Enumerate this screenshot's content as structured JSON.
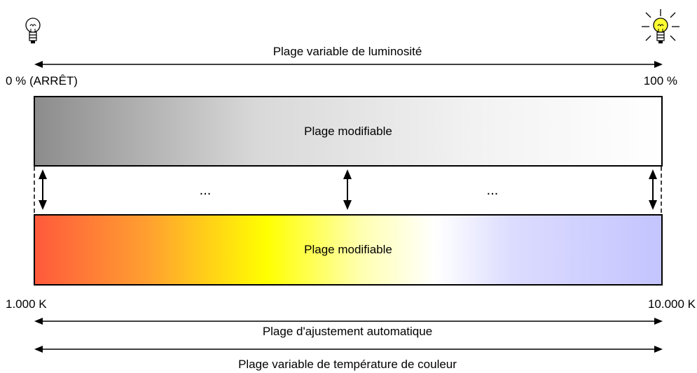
{
  "brightness": {
    "range_label": "Plage variable de luminosité",
    "min_label": "0 % (ARRÊT)",
    "max_label": "100 %",
    "bar_label": "Plage modifiable",
    "min_icon": "light-bulb-off-icon",
    "max_icon": "light-bulb-on-icon"
  },
  "link": {
    "ellipsis_left": "...",
    "ellipsis_right": "..."
  },
  "color_temperature": {
    "bar_label": "Plage modifiable",
    "min_label": "1.000 K",
    "max_label": "10.000 K",
    "auto_range_label": "Plage d'ajustement automatique",
    "variable_range_label": "Plage variable de température de couleur"
  },
  "colors": {
    "brightness_start": "#8c8c8c",
    "brightness_end": "#ffffff",
    "warm": "#ff5a3c",
    "yellow": "#ffff00",
    "neutral": "#ffffff",
    "cool": "#c4c4ff",
    "bulb_lit": "#ffff33"
  }
}
